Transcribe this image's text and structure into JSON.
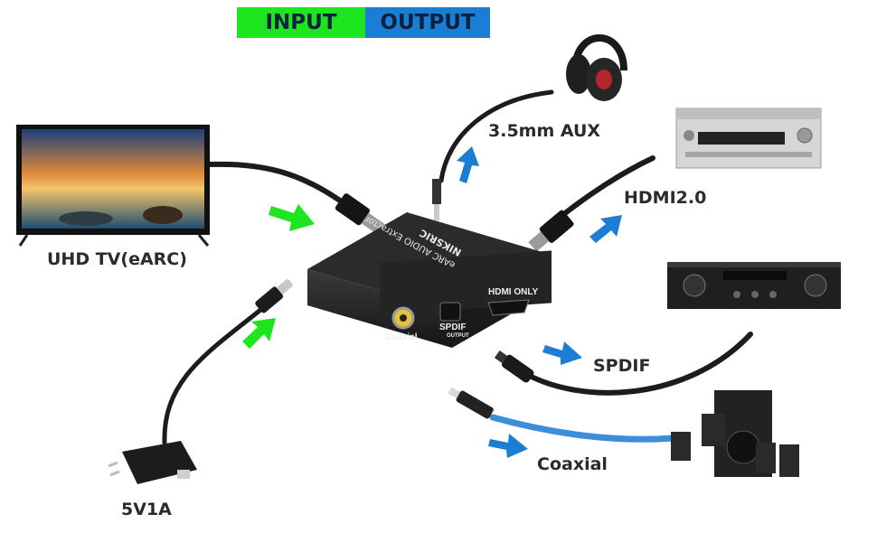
{
  "legend": {
    "input": {
      "label": "INPUT",
      "color": "#1ee61e"
    },
    "output": {
      "label": "OUTPUT",
      "color": "#1a7fd4"
    }
  },
  "device": {
    "brand": "NIKSRIC",
    "model": "eARC AUDIO Extractor",
    "ports": {
      "coaxial": "Coaxial",
      "spdif": "SPDIF",
      "output": "OUTPUT",
      "hdmi": "HDMI ONLY"
    }
  },
  "labels": {
    "tv": "UHD TV(eARC)",
    "power": "5V1A",
    "aux": "3.5mm AUX",
    "hdmi": "HDMI2.0",
    "spdif": "SPDIF",
    "coaxial": "Coaxial"
  },
  "colors": {
    "input_arrow": "#1ee61e",
    "output_arrow": "#1a7fd4",
    "cable": "#1c1c1c",
    "coax_cable": "#3a8fd8"
  }
}
